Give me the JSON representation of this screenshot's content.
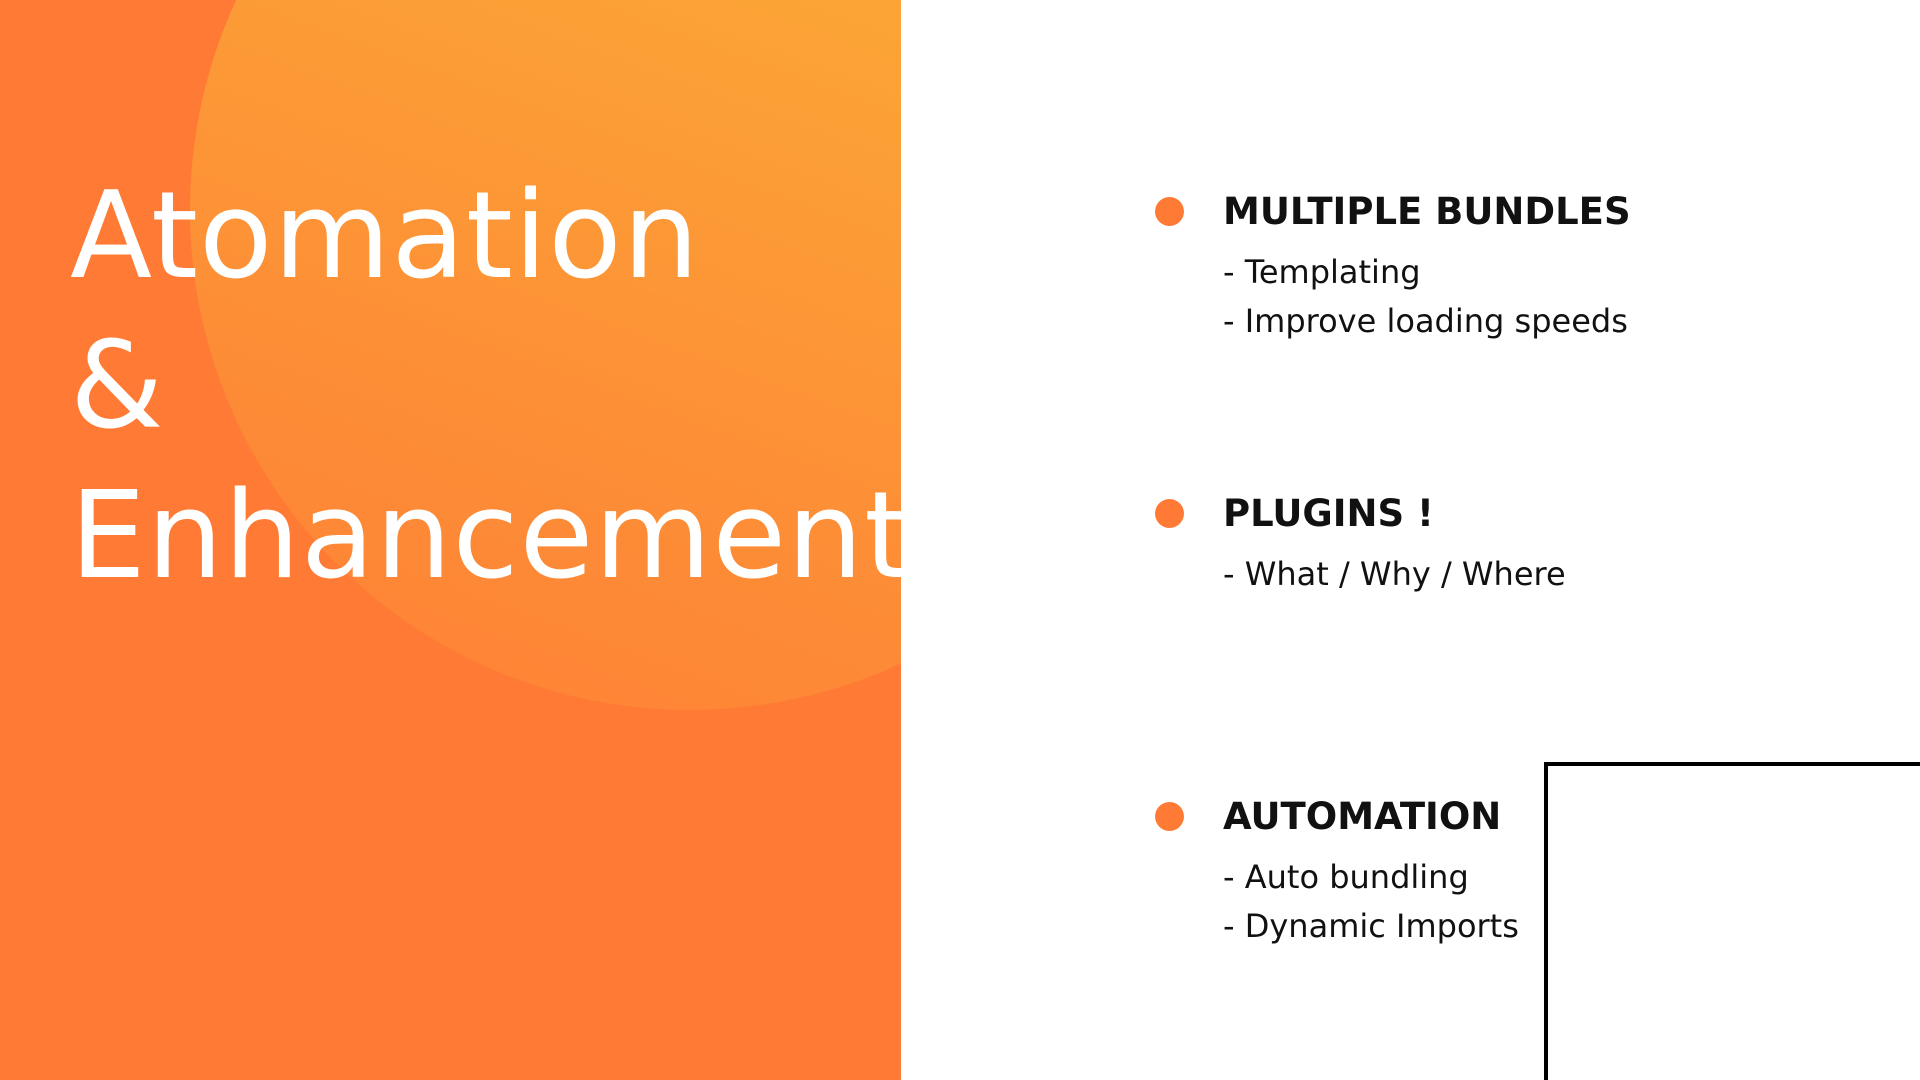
{
  "title": {
    "line1": "Atomation",
    "line2": "&",
    "line3": "Enhancement"
  },
  "sections": [
    {
      "heading": "MULTIPLE BUNDLES",
      "items": [
        "- Templating",
        "- Improve loading speeds"
      ]
    },
    {
      "heading": "PLUGINS !",
      "items": [
        "- What / Why / Where"
      ]
    },
    {
      "heading": "AUTOMATION",
      "items": [
        "- Auto bundling",
        "- Dynamic Imports"
      ]
    }
  ],
  "colors": {
    "accent": "#FF7B35",
    "sun": "#FBB537",
    "text": "#111111",
    "title_text": "#FFFFFF"
  }
}
